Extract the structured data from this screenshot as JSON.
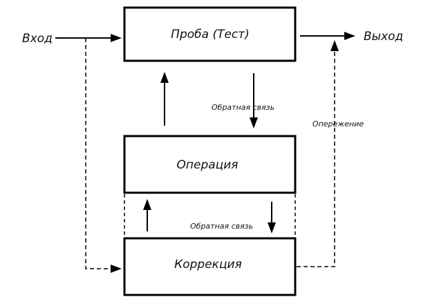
{
  "labels": {
    "input": "Вход",
    "output": "Выход",
    "feedback_upper": "Обратная связь",
    "feedback_lower": "Обратная связь",
    "feedforward": "Опережение"
  },
  "blocks": {
    "test": "Проба (Тест)",
    "operation": "Операция",
    "correction": "Коррекция"
  }
}
